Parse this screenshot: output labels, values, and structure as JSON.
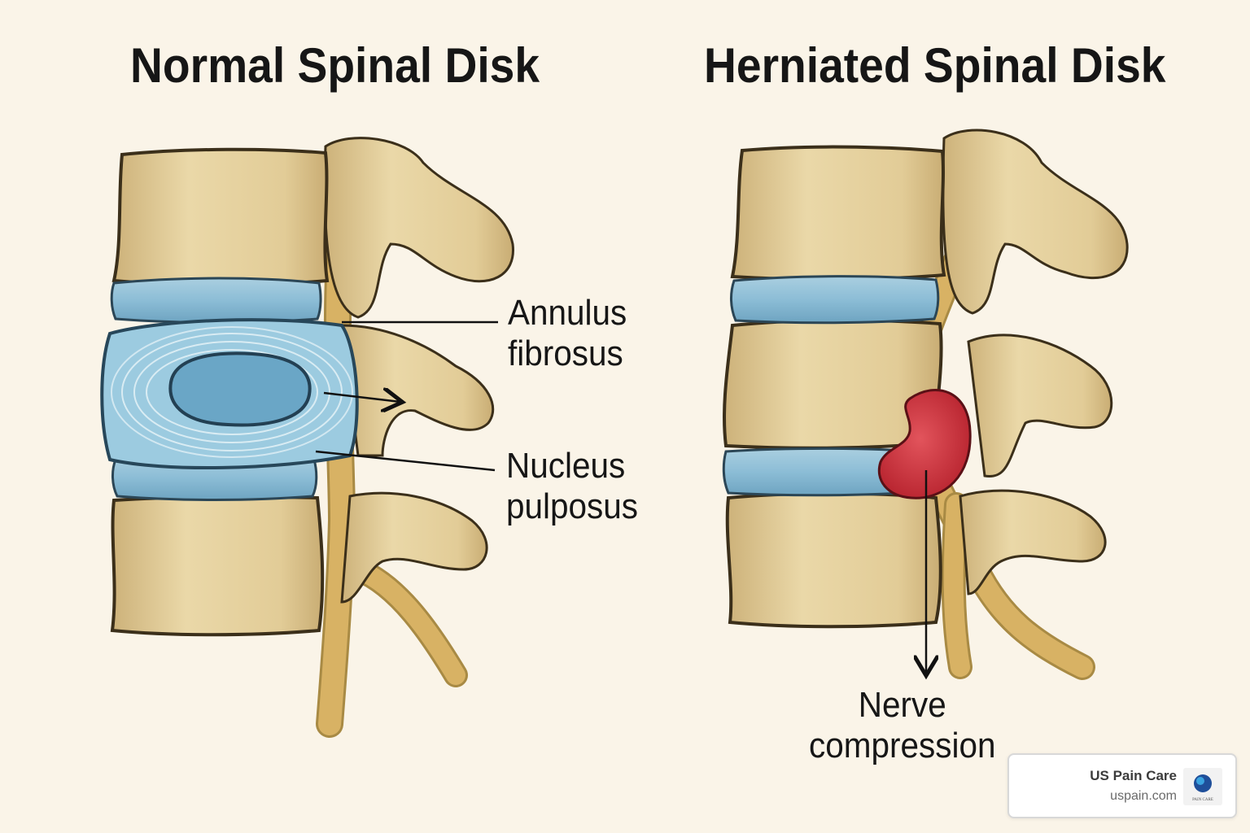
{
  "titles": {
    "normal": "Normal Spinal Disk",
    "herniated": "Herniated Spinal Disk"
  },
  "labels": {
    "annulus_line1": "Annulus",
    "annulus_line2": "fibrosus",
    "nucleus_line1": "Nucleus",
    "nucleus_line2": "pulposus",
    "nerve_line1": "Nerve",
    "nerve_line2": "compression"
  },
  "badge": {
    "name": "US Pain Care",
    "url": "uspain.com",
    "logo_text": "PAIN CARE"
  },
  "colors": {
    "background": "#faf4e8",
    "bone": "#e7d3a3",
    "disk": "#8ec0d8",
    "nucleus": "#6aa6c6",
    "nerve": "#d8b264",
    "herniation": "#cf3b45"
  }
}
